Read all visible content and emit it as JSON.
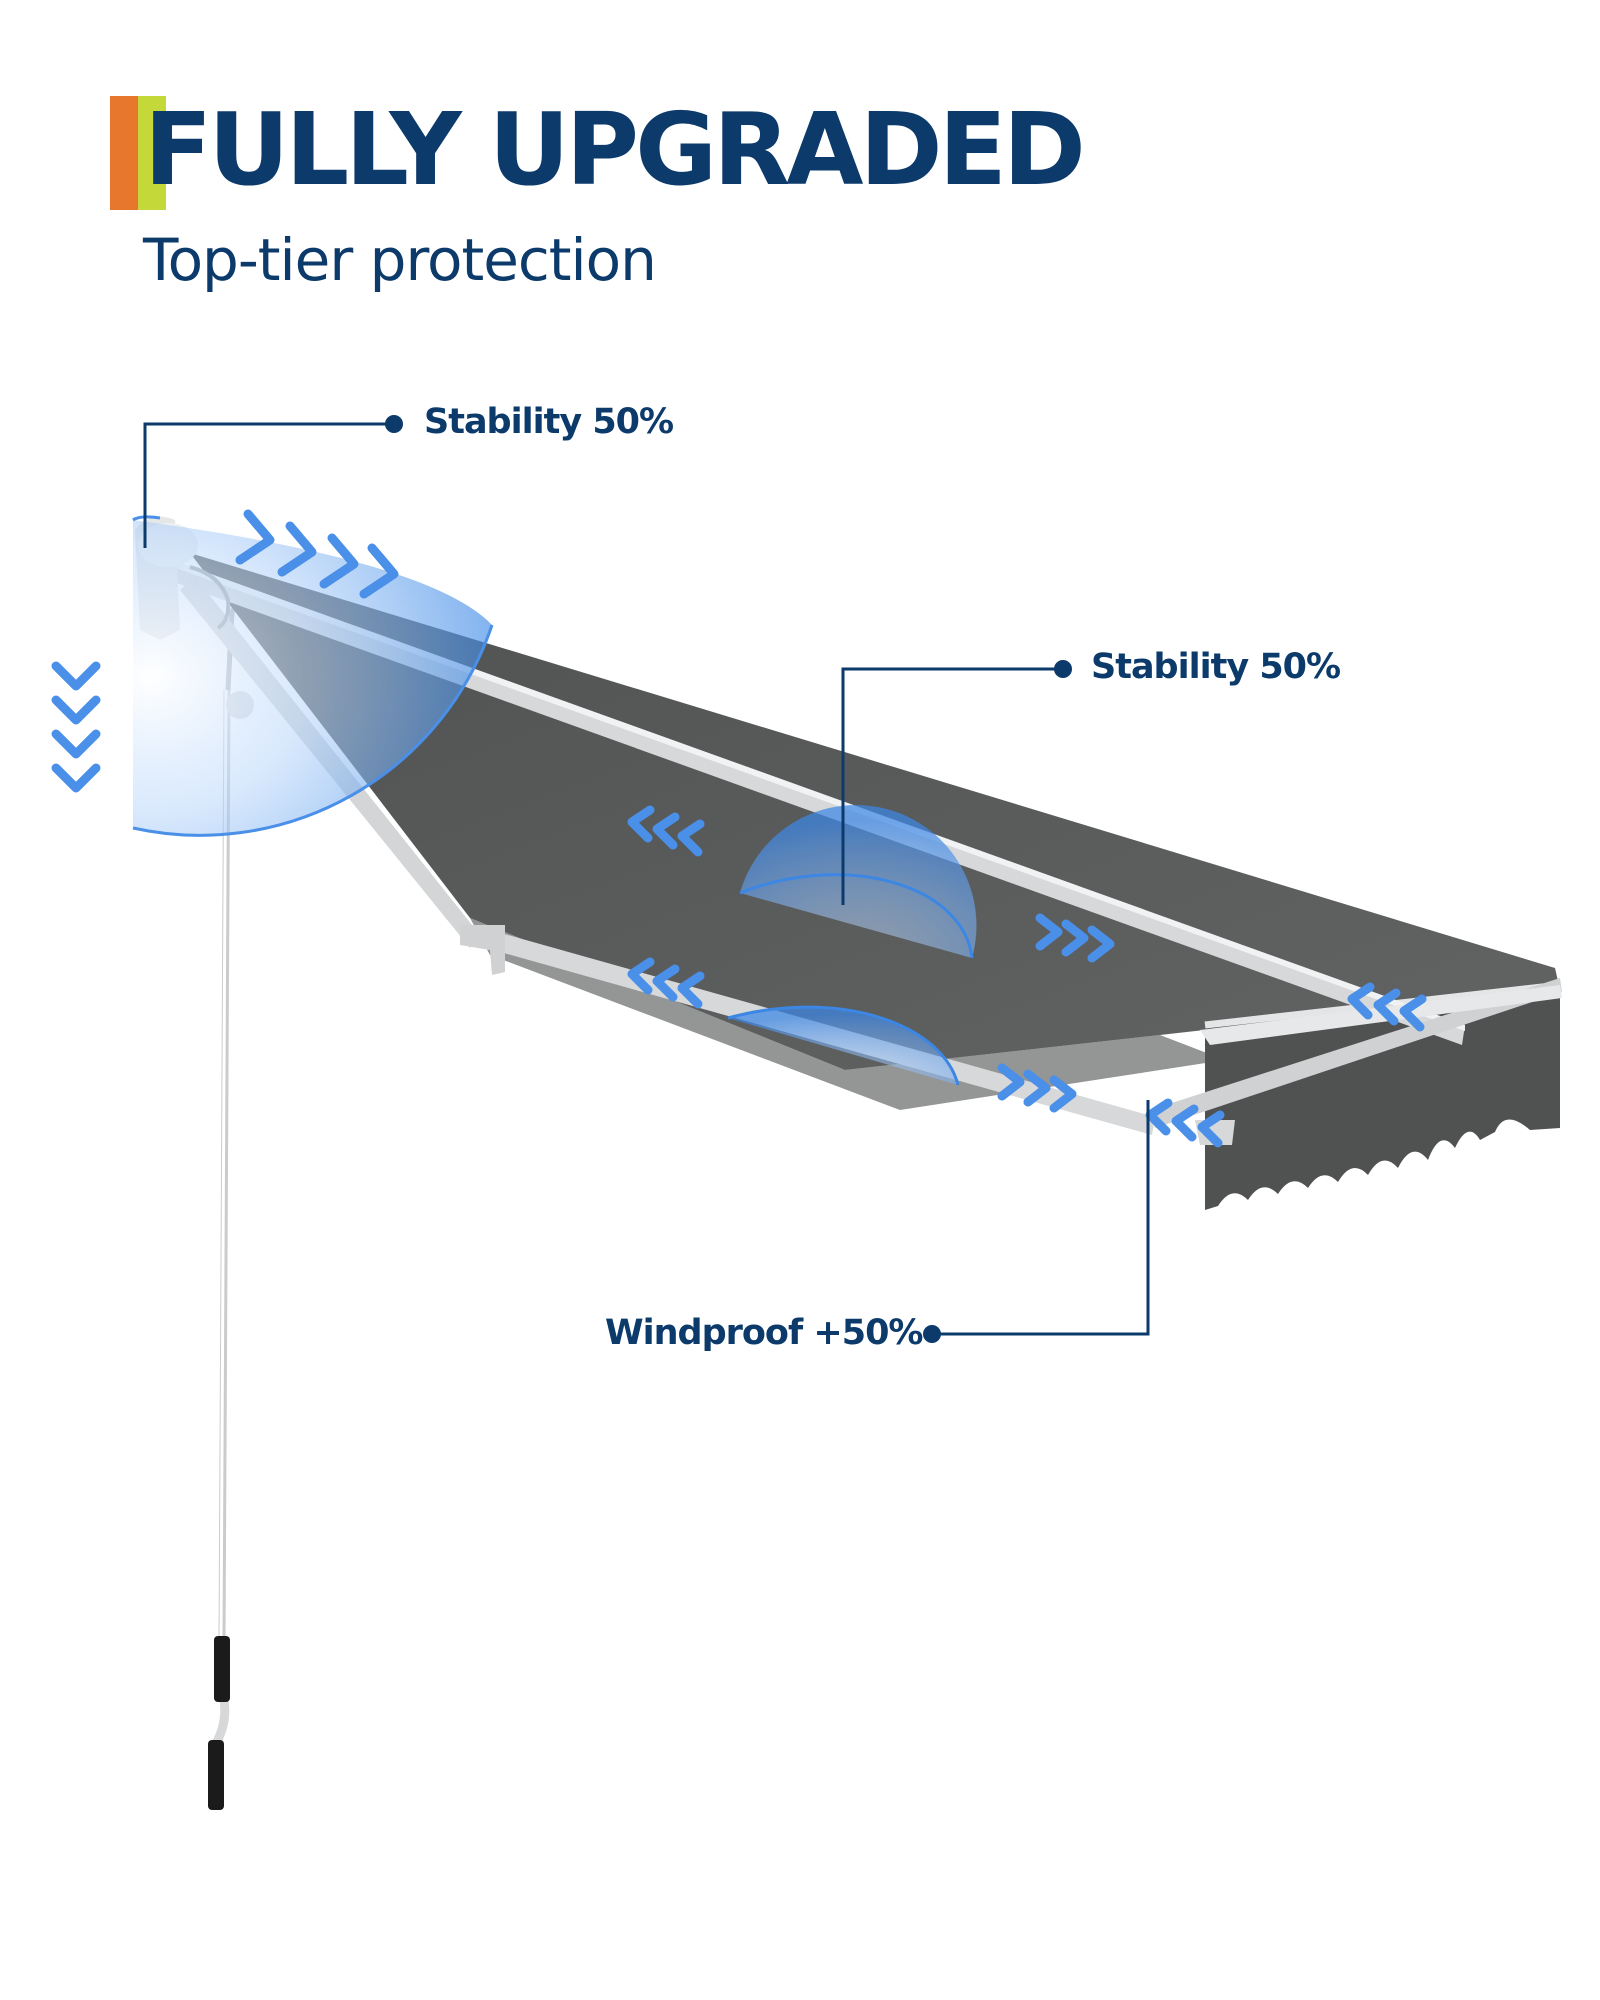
{
  "heading": {
    "title": "FULLY UPGRADED",
    "subtitle": "Top-tier protection",
    "accent_colors": [
      "#e8772e",
      "#c5d83a"
    ]
  },
  "callouts": [
    {
      "label": "Stability 50%"
    },
    {
      "label": "Stability 50%"
    },
    {
      "label": "Windproof +50%"
    }
  ],
  "colors": {
    "navy": "#0b3a6b",
    "fabric": "#595a5a",
    "frame": "#d8dadb",
    "highlight": "#4a8fe8"
  },
  "icons": [
    "chevron-arrow-icon",
    "callout-dot-icon"
  ]
}
